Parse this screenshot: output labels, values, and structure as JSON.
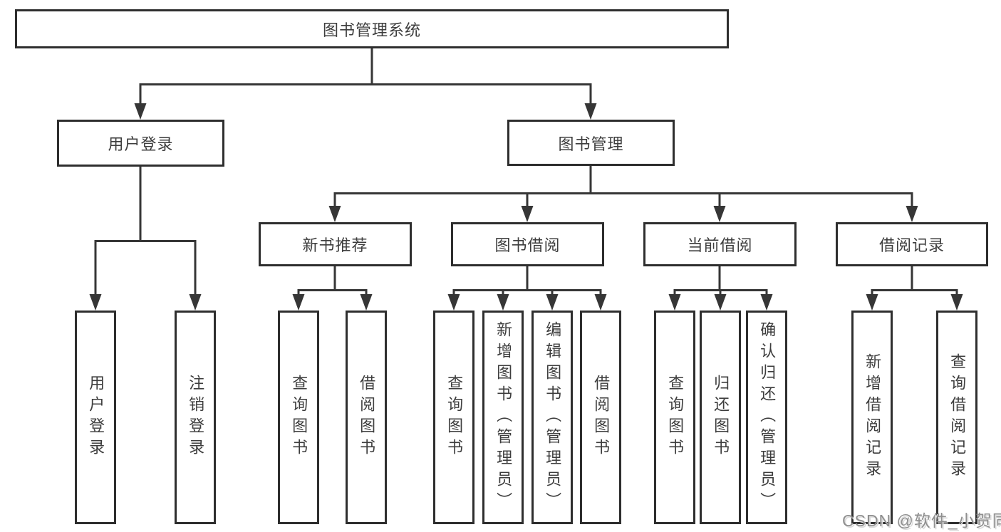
{
  "diagram": {
    "nodes": {
      "root": "图书管理系统",
      "user_login": "用户登录",
      "book_mgmt": "图书管理",
      "new_book_rec": "新书推荐",
      "book_borrow": "图书借阅",
      "current_borrow": "当前借阅",
      "borrow_records": "借阅记录",
      "leaves_user": [
        "用户登录",
        "注销登录"
      ],
      "leaves_new_book": [
        "查询图书",
        "借阅图书"
      ],
      "leaves_borrow": [
        "查询图书",
        "新增图书（管理员）",
        "编辑图书（管理员）",
        "借阅图书"
      ],
      "leaves_current": [
        "查询图书",
        "归还图书",
        "确认归还（管理员）"
      ],
      "leaves_records": [
        "新增借阅记录",
        "查询借阅记录"
      ]
    },
    "colors": {
      "background": "#ffffff",
      "box_border": "#2e2e2e",
      "connector": "#363636",
      "text": "#3d3d3d",
      "watermark": "#8f8f8f"
    }
  },
  "watermark": "CSDN @软件_小贺同学"
}
